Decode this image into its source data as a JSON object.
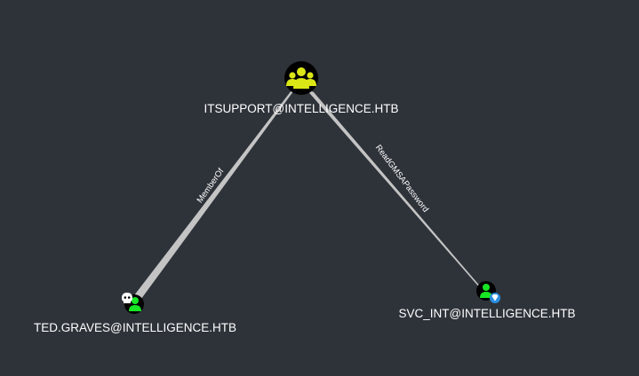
{
  "nodes": [
    {
      "id": "itsupport",
      "type": "group",
      "label": "ITSUPPORT@INTELLIGENCE.HTB",
      "icon": "group-icon",
      "icon_color": "#dbe617"
    },
    {
      "id": "ted",
      "type": "user",
      "label": "TED.GRAVES@INTELLIGENCE.HTB",
      "icon": "user-icon",
      "icon_color": "#17e625",
      "badge": "skull-icon"
    },
    {
      "id": "svc",
      "type": "user",
      "label": "SVC_INT@INTELLIGENCE.HTB",
      "icon": "user-icon",
      "icon_color": "#17e625",
      "badge": "gem-icon",
      "badge_color": "#2a8de0"
    }
  ],
  "edges": [
    {
      "id": "memberof",
      "source": "ted",
      "target": "itsupport",
      "label": "MemberOf"
    },
    {
      "id": "readgmsa",
      "source": "itsupport",
      "target": "svc",
      "label": "ReadGMSAPassword"
    }
  ],
  "colors": {
    "background": "#2e333a",
    "edge": "#c4c4c4",
    "node_bg": "#000000",
    "label": "#ffffff"
  }
}
